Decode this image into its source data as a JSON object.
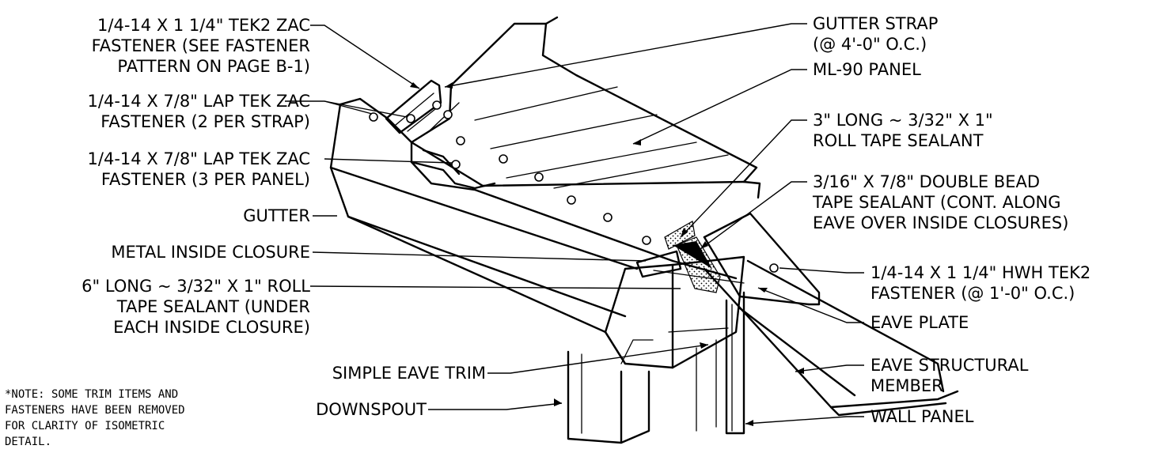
{
  "labels": {
    "tek2_zac_1": "1/4-14 X 1 1/4\" TEK2 ZAC",
    "tek2_zac_2": "FASTENER (SEE FASTENER",
    "tek2_zac_3": "PATTERN ON PAGE B-1)",
    "lap_strap_1": "1/4-14 X 7/8\" LAP TEK ZAC",
    "lap_strap_2": "FASTENER (2 PER STRAP)",
    "lap_panel_1": "1/4-14 X 7/8\" LAP TEK ZAC",
    "lap_panel_2": "FASTENER (3 PER PANEL)",
    "gutter": "GUTTER",
    "metal_closure": "METAL INSIDE CLOSURE",
    "roll_tape_6_1": "6\" LONG ~ 3/32\" X 1\" ROLL",
    "roll_tape_6_2": "TAPE SEALANT (UNDER",
    "roll_tape_6_3": "EACH INSIDE CLOSURE)",
    "simple_eave_trim": "SIMPLE EAVE TRIM",
    "downspout": "DOWNSPOUT",
    "gutter_strap_1": "GUTTER STRAP",
    "gutter_strap_2": "(@ 4'-0\" O.C.)",
    "ml90_panel": "ML-90 PANEL",
    "roll_tape_3_1": "3\" LONG ~ 3/32\" X 1\"",
    "roll_tape_3_2": "ROLL TAPE SEALANT",
    "double_bead_1": "3/16\" X 7/8\" DOUBLE BEAD",
    "double_bead_2": "TAPE SEALANT (CONT. ALONG",
    "double_bead_3": "EAVE OVER INSIDE CLOSURES)",
    "hwh_tek2_1": "1/4-14 X 1 1/4\" HWH TEK2",
    "hwh_tek2_2": "FASTENER (@ 1'-0\" O.C.)",
    "eave_plate": "EAVE PLATE",
    "eave_structural_1": "EAVE STRUCTURAL",
    "eave_structural_2": "MEMBER",
    "wall_panel": "WALL PANEL"
  },
  "note": {
    "line1": "*NOTE: SOME TRIM ITEMS AND",
    "line2": "FASTENERS HAVE BEEN REMOVED",
    "line3": "FOR CLARITY OF ISOMETRIC",
    "line4": "DETAIL."
  }
}
